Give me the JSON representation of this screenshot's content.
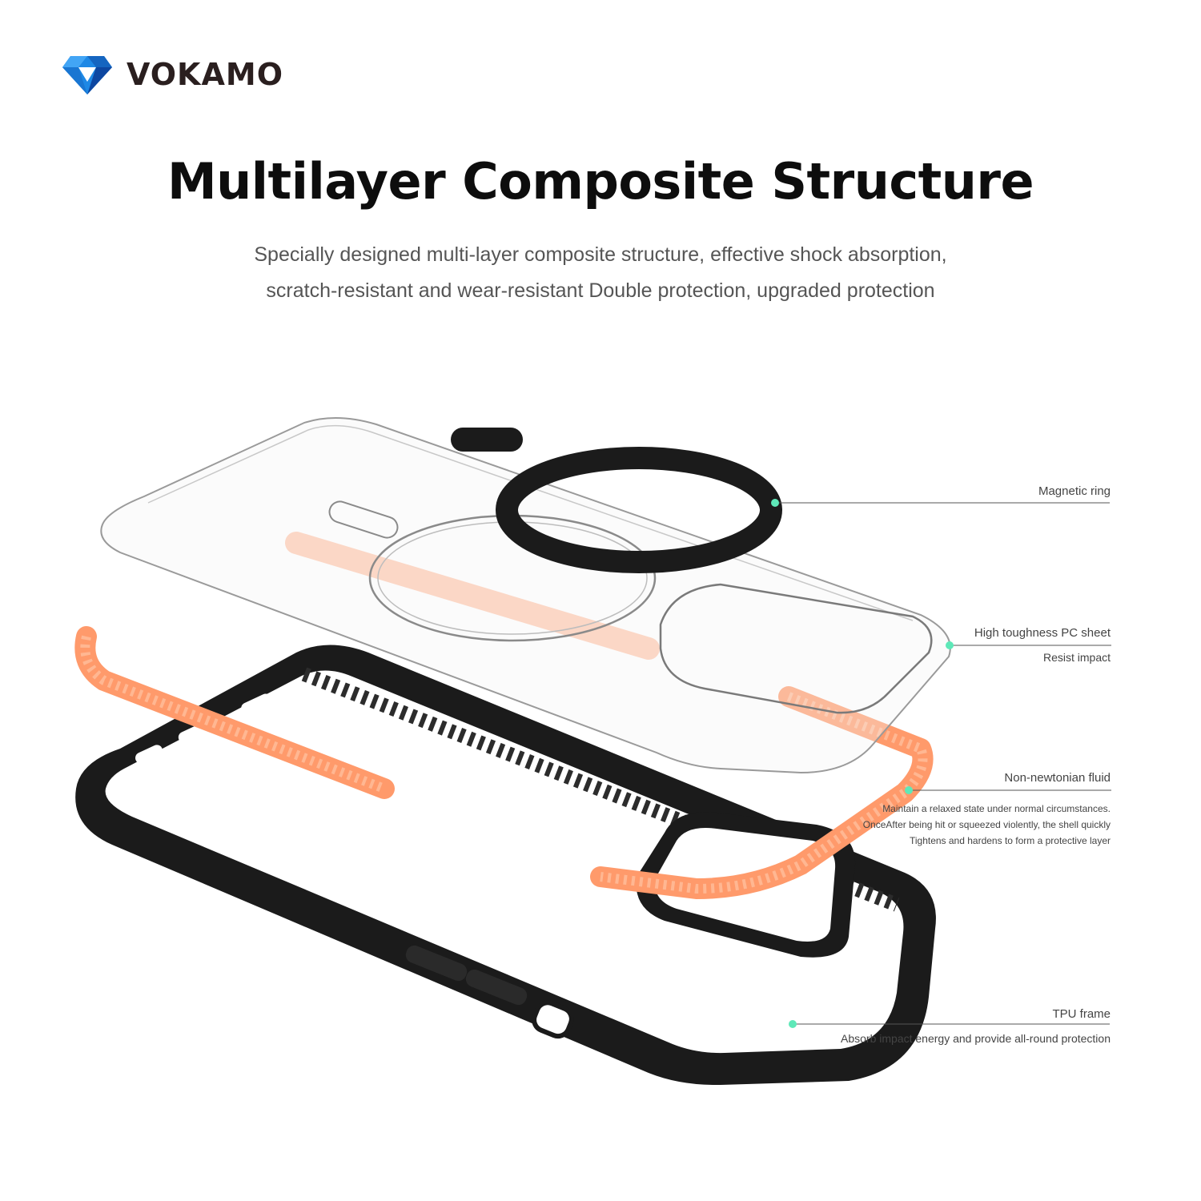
{
  "brand": {
    "name": "VOKAMO",
    "color": "#1e88e5"
  },
  "title": "Multilayer Composite Structure",
  "subtitle_lines": [
    "Specially designed multi-layer composite structure, effective shock absorption,",
    "scratch-resistant and wear-resistant Double protection, upgraded protection"
  ],
  "callouts": {
    "magnetic_ring": {
      "title": "Magnetic ring"
    },
    "pc_sheet": {
      "title": "High toughness PC sheet",
      "desc": "Resist impact"
    },
    "fluid": {
      "title": "Non-newtonian fluid",
      "desc_lines": [
        "Maintain a relaxed state under normal circumstances.",
        "OnceAfter being hit or squeezed violently, the shell quickly",
        "Tightens and hardens to form a protective layer"
      ]
    },
    "tpu_frame": {
      "title": "TPU frame",
      "desc": "Absorb impact energy and provide all-round protection"
    }
  },
  "colors": {
    "dot": "#5ee8b8",
    "fluid": "#ff9a6b",
    "frame": "#1b1b1b"
  }
}
